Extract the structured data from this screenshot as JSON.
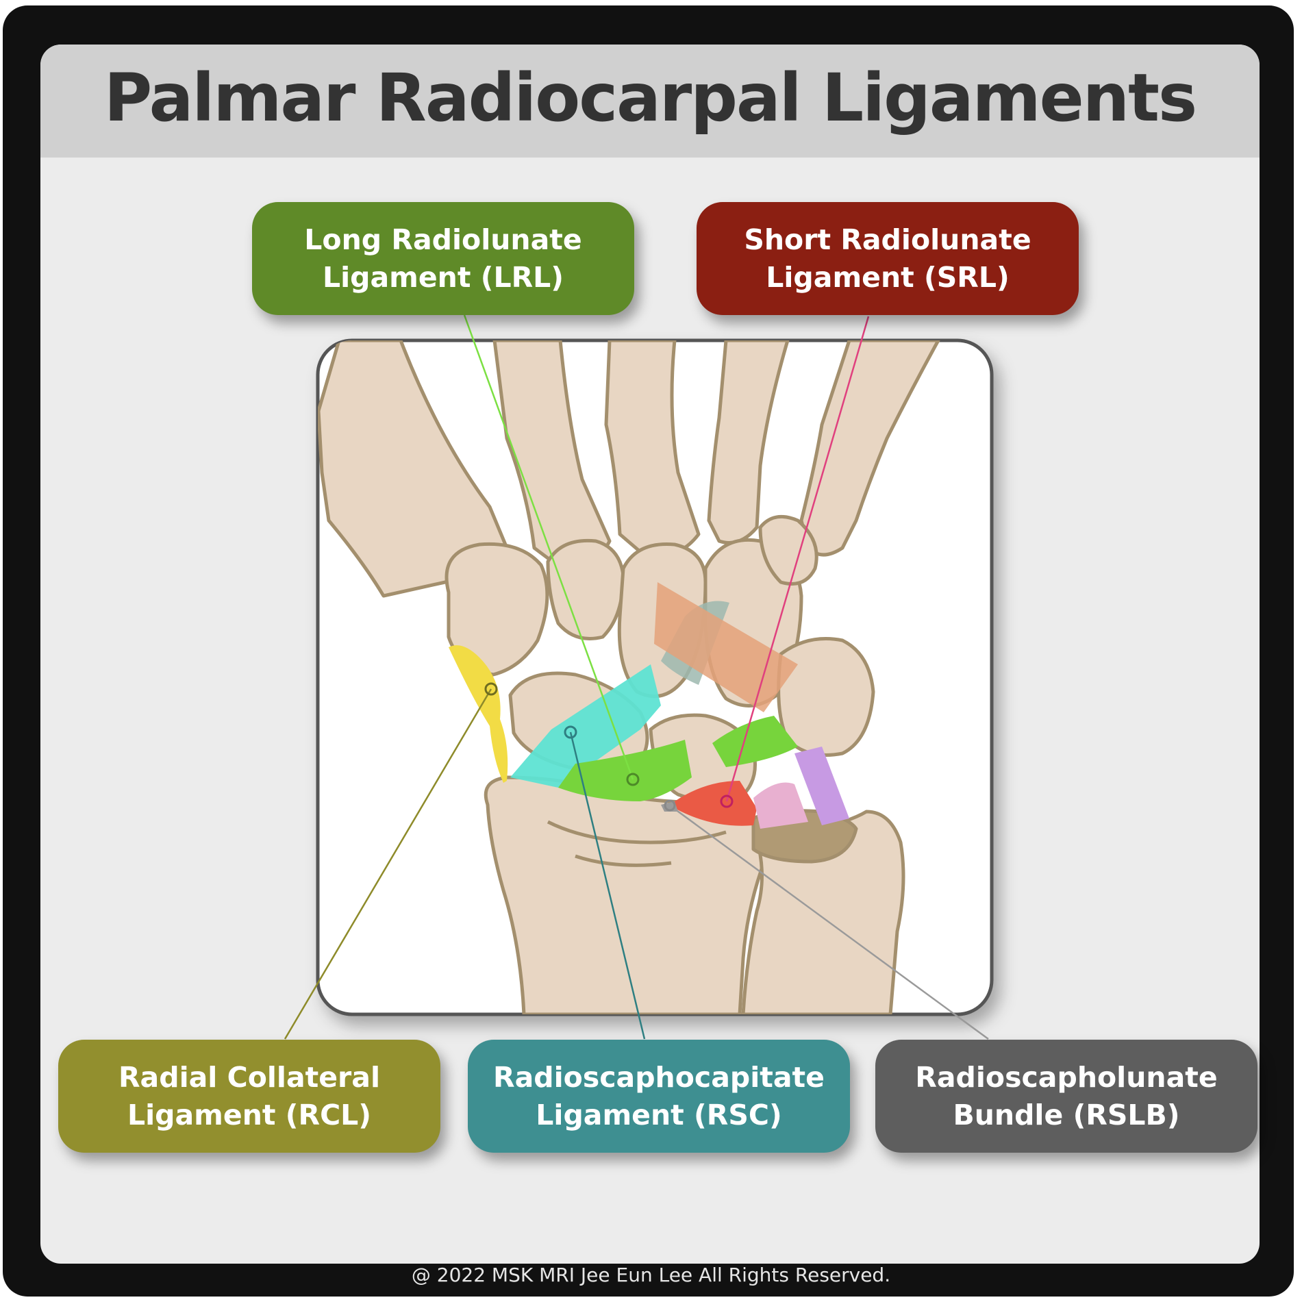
{
  "title": "Palmar Radiocarpal Ligaments",
  "labels": {
    "lrl": {
      "line1": "Long Radiolunate",
      "line2": "Ligament (LRL)",
      "color": "#5f8a28"
    },
    "srl": {
      "line1": "Short Radiolunate",
      "line2": "Ligament (SRL)",
      "color": "#8b1f12"
    },
    "rcl": {
      "line1": "Radial Collateral",
      "line2": "Ligament (RCL)",
      "color": "#928f2e"
    },
    "rsc": {
      "line1": "Radioscaphocapitate",
      "line2": "Ligament (RSC)",
      "color": "#3e8f91"
    },
    "rslb": {
      "line1": "Radioscapholunate",
      "line2": "Bundle (RSLB)",
      "color": "#5e5e5e"
    }
  },
  "ligament_colors": {
    "rcl": "#f2dc45",
    "rsc": "#5ee3d3",
    "lrl": "#77d43c",
    "srl": "#ea5a45",
    "rslb": "#9a9a9a",
    "bone": "#e8d6c3",
    "bone_outline": "#a38f6d"
  },
  "footer": "@ 2022 MSK MRI Jee Eun Lee All Rights Reserved."
}
